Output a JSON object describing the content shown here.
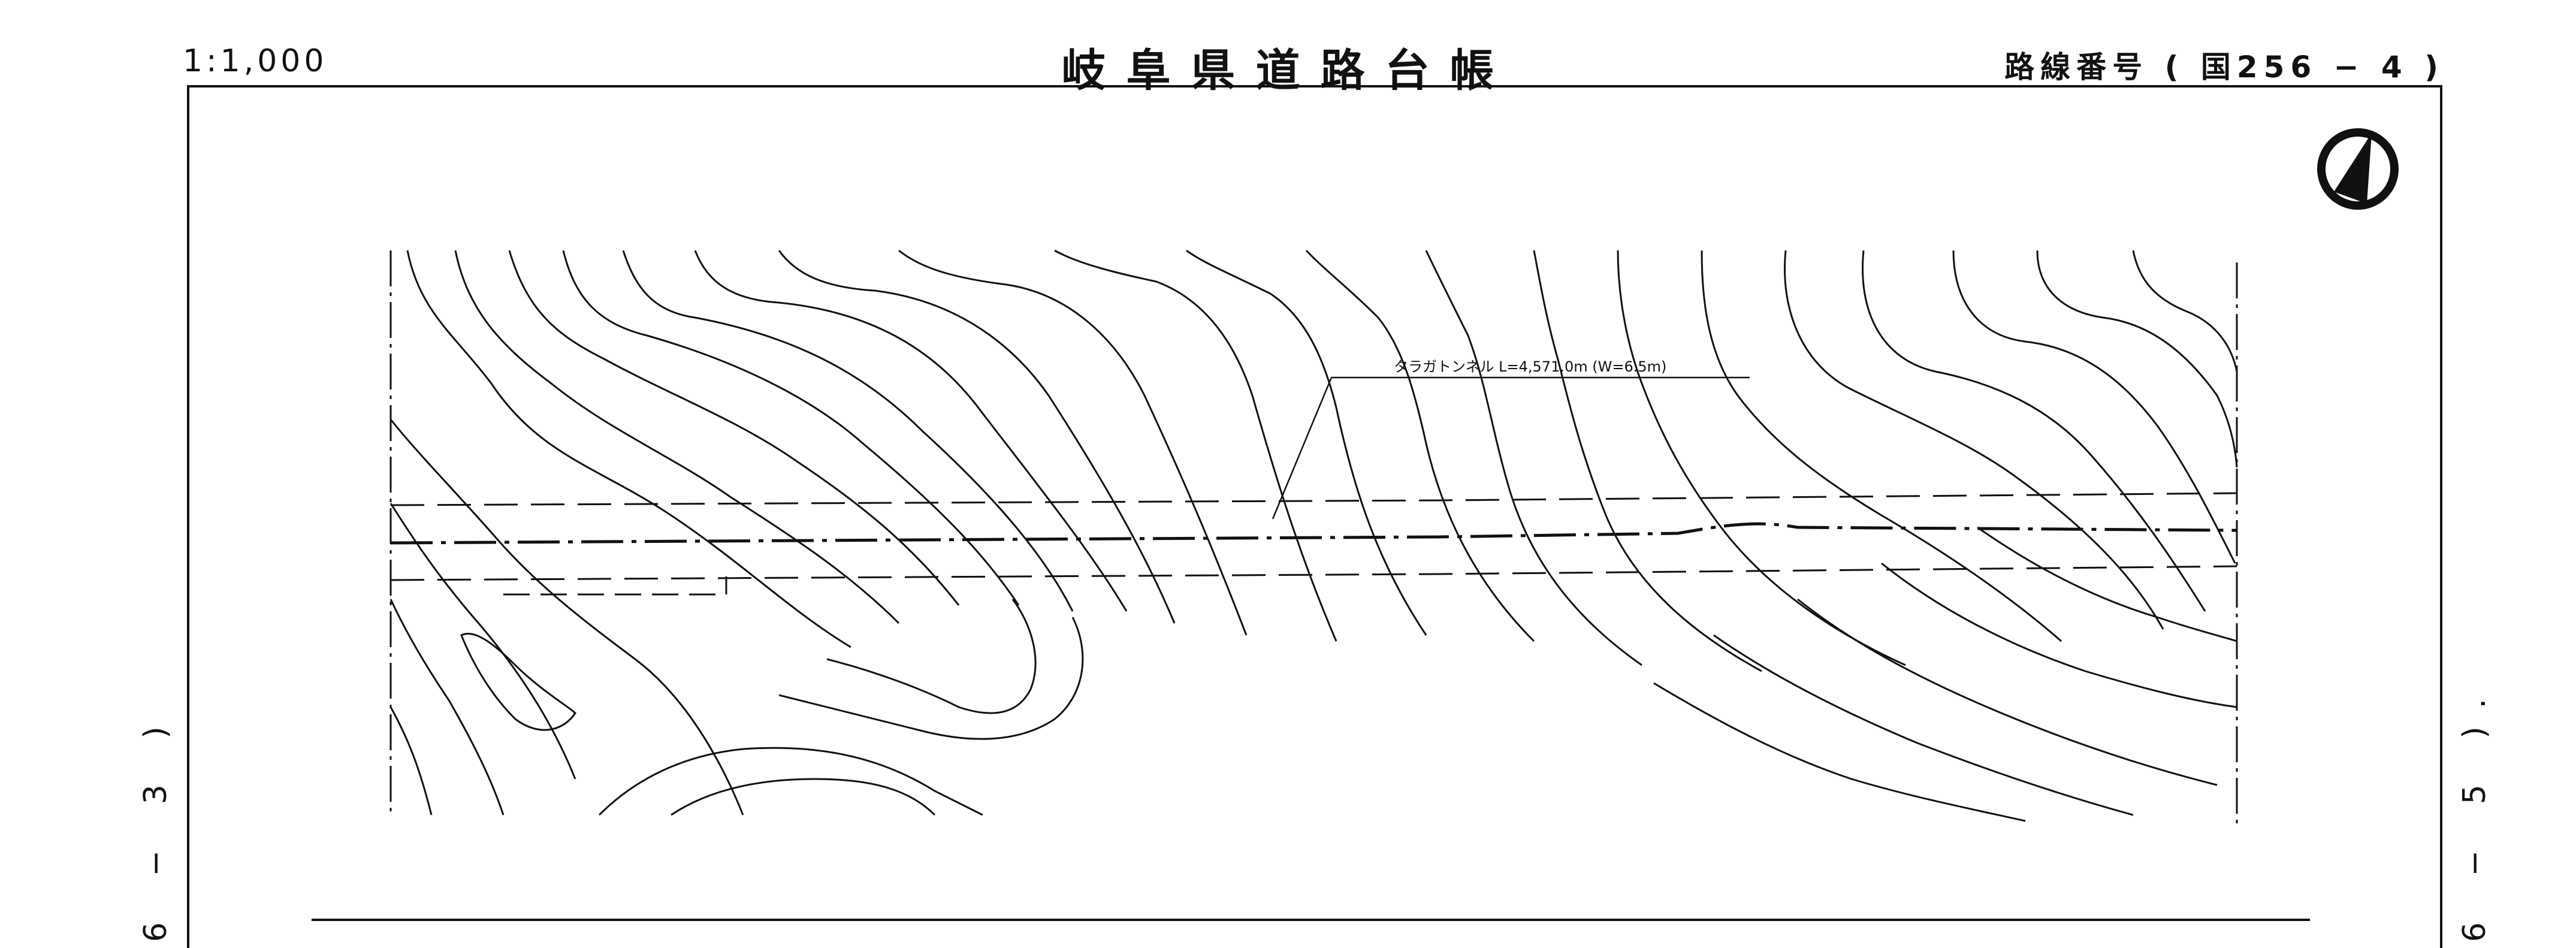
{
  "header": {
    "scale": "1:1,000",
    "title": "岐阜県道路台帳",
    "route_number": "路線番号 ( 国256 − 4 )"
  },
  "side_labels": {
    "prev_sheet": "6 − 3 )",
    "next_sheet": "6 − 5 )."
  },
  "map": {
    "tunnel_label": "タラガトンネル L=4,571.0m (W=6.5m)",
    "north_arrow": "north-arrow-icon",
    "line_color": "#111111"
  }
}
